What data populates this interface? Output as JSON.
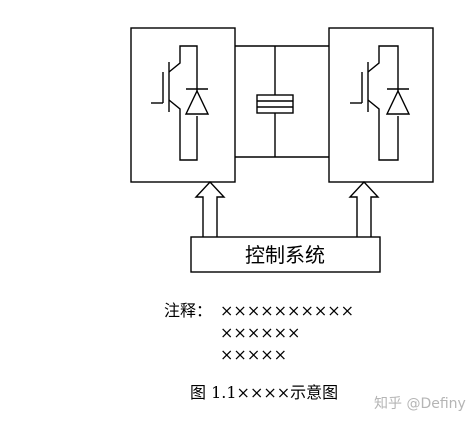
{
  "diagram": {
    "control_box_label": "控制系统"
  },
  "notes": {
    "label": "注释：",
    "lines": [
      "××××××××××",
      "××××××",
      "×××××"
    ]
  },
  "caption": "图 1.1××××示意图",
  "watermark": "知乎 @Definy"
}
